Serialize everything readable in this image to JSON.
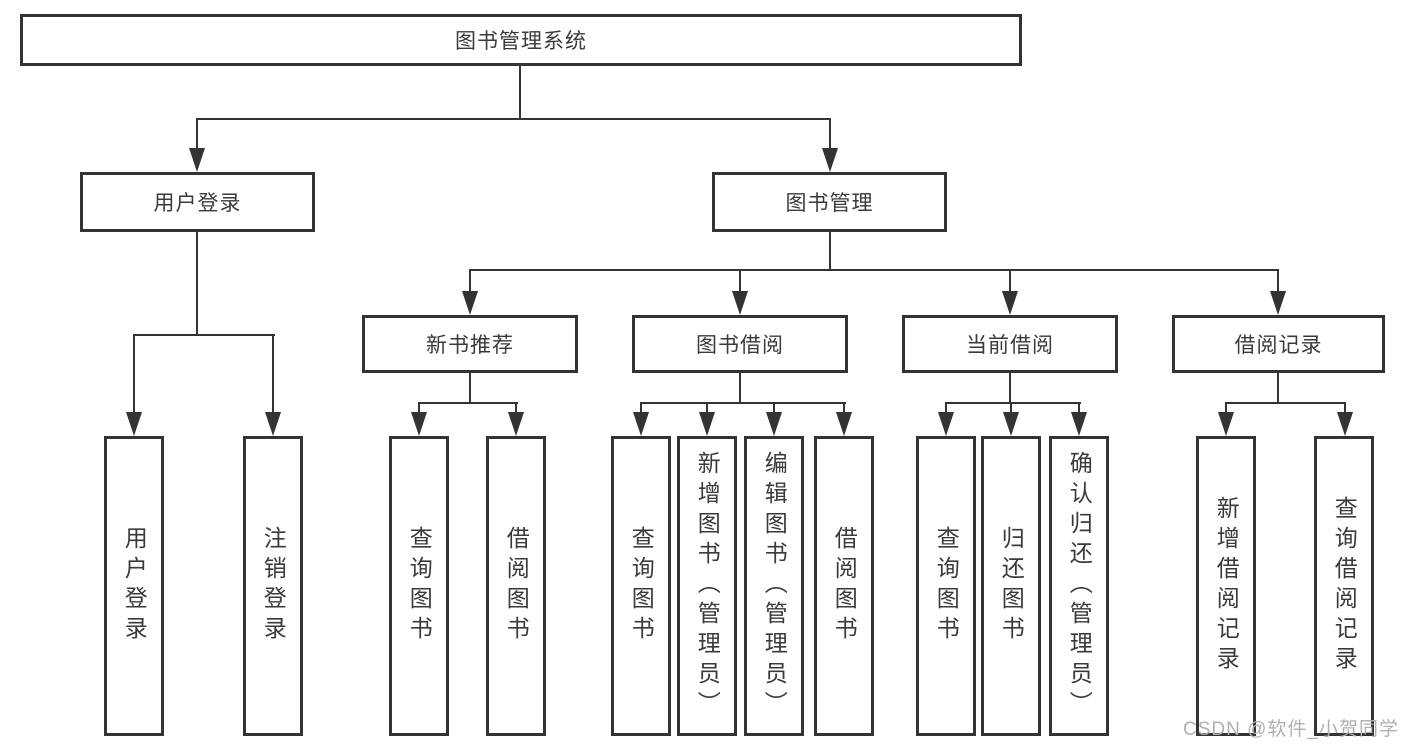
{
  "diagram": {
    "title_node": "图书管理系统",
    "tree": {
      "root": {
        "label": "图书管理系统",
        "children": [
          {
            "label": "用户登录",
            "children": [
              {
                "label": "用户登录"
              },
              {
                "label": "注销登录"
              }
            ]
          },
          {
            "label": "图书管理",
            "children": [
              {
                "label": "新书推荐",
                "children": [
                  {
                    "label": "查询图书"
                  },
                  {
                    "label": "借阅图书"
                  }
                ]
              },
              {
                "label": "图书借阅",
                "children": [
                  {
                    "label": "查询图书"
                  },
                  {
                    "label": "新增图书（管理员）"
                  },
                  {
                    "label": "编辑图书（管理员）"
                  },
                  {
                    "label": "借阅图书"
                  }
                ]
              },
              {
                "label": "当前借阅",
                "children": [
                  {
                    "label": "查询图书"
                  },
                  {
                    "label": "归还图书"
                  },
                  {
                    "label": "确认归还（管理员）"
                  }
                ]
              },
              {
                "label": "借阅记录",
                "children": [
                  {
                    "label": "新增借阅记录"
                  },
                  {
                    "label": "查询借阅记录"
                  }
                ]
              }
            ]
          }
        ]
      }
    },
    "colors": {
      "line": "#333333",
      "box_border": "#333333",
      "box_background": "#ffffff",
      "text": "#3a3a3a",
      "watermark": "#b0b0b0"
    }
  },
  "watermark": {
    "text": "CSDN @软件_小贺同学"
  }
}
